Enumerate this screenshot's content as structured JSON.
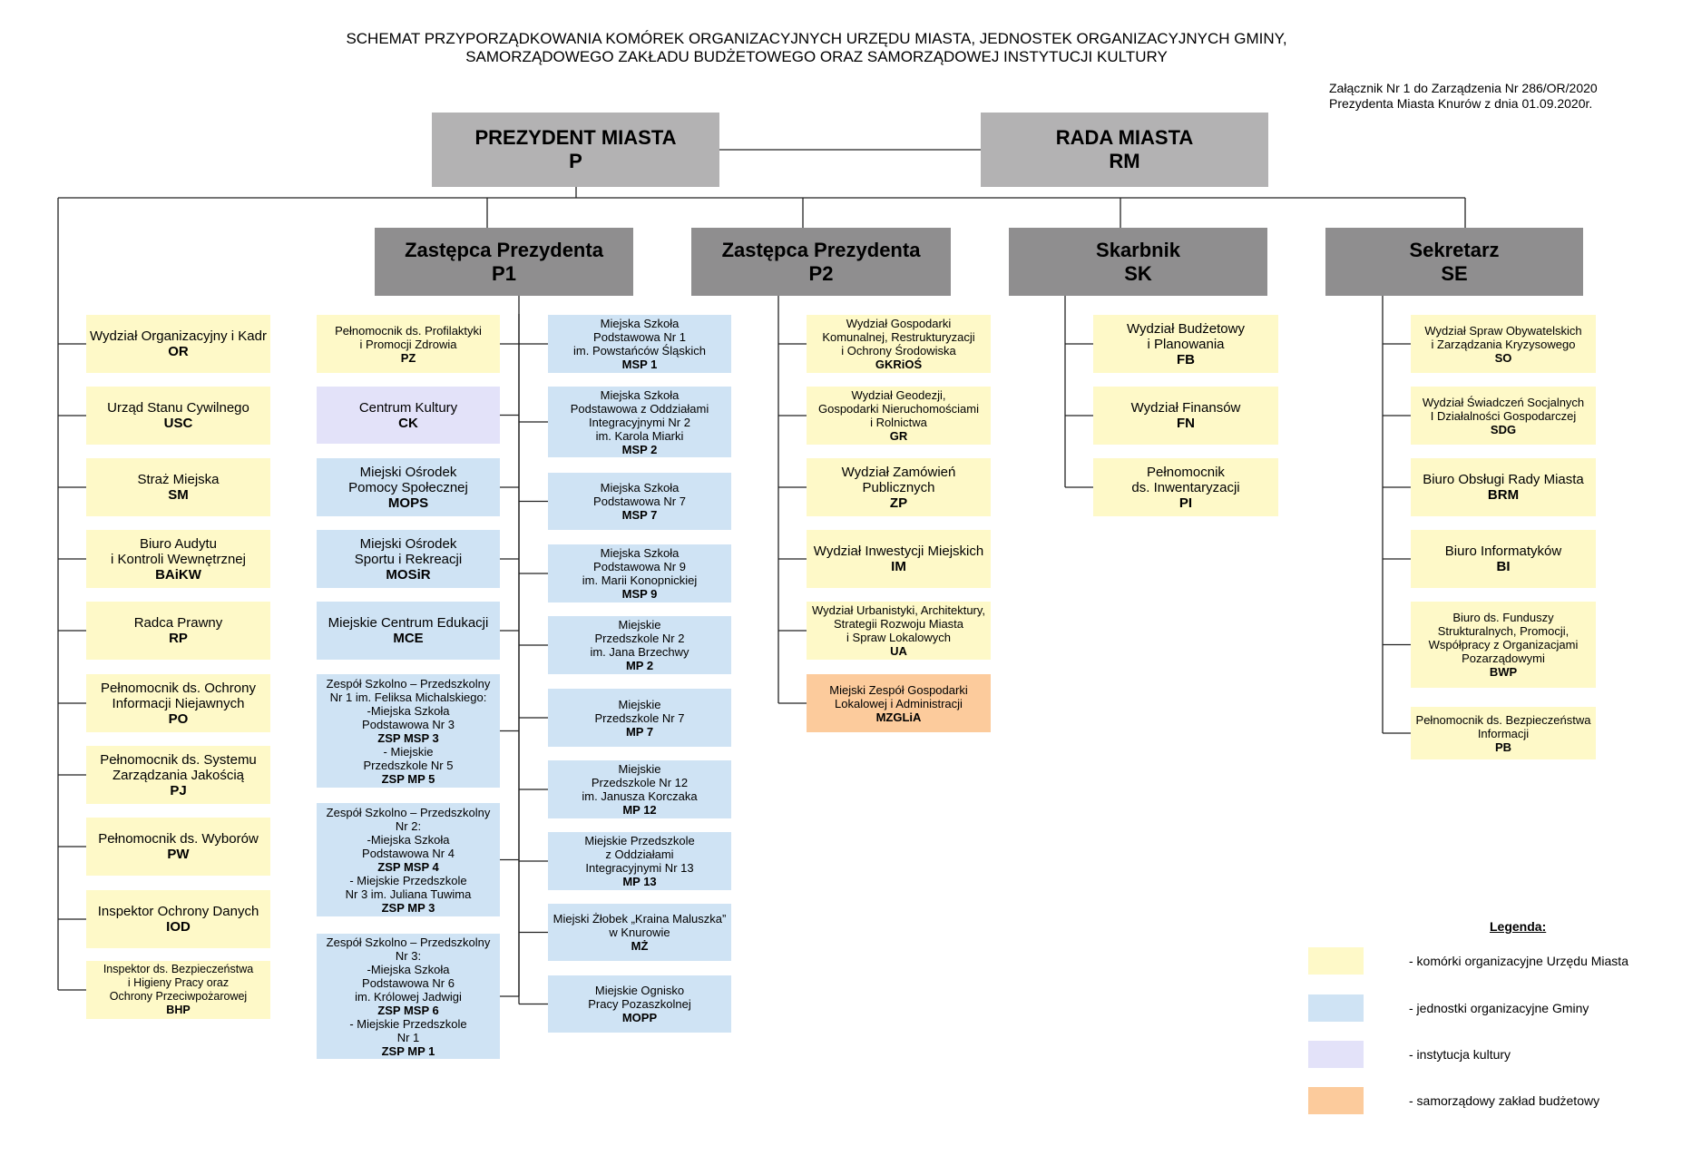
{
  "title": {
    "line1": "SCHEMAT PRZYPORZĄDKOWANIA KOMÓREK ORGANIZACYJNYCH URZĘDU MIASTA, JEDNOSTEK ORGANIZACYJNYCH GMINY,",
    "line2": "SAMORZĄDOWEGO ZAKŁADU BUDŻETOWEGO ORAZ SAMORZĄDOWEJ INSTYTUCJI KULTURY"
  },
  "attachment": {
    "line1": "Załącznik Nr 1 do Zarządzenia Nr 286/OR/2020",
    "line2": "Prezydenta Miasta Knurów z dnia 01.09.2020r."
  },
  "top": {
    "president": {
      "name": "PREZYDENT MIASTA",
      "abbr": "P"
    },
    "council": {
      "name": "RADA MIASTA",
      "abbr": "RM"
    }
  },
  "deputies": {
    "p1": {
      "name": "Zastępca Prezydenta",
      "abbr": "P1"
    },
    "p2": {
      "name": "Zastępca Prezydenta",
      "abbr": "P2"
    },
    "sk": {
      "name": "Skarbnik",
      "abbr": "SK"
    },
    "se": {
      "name": "Sekretarz",
      "abbr": "SE"
    }
  },
  "president_units": [
    {
      "lines": [
        "Wydział Organizacyjny i Kadr"
      ],
      "abbr": "OR"
    },
    {
      "lines": [
        "Urząd Stanu Cywilnego"
      ],
      "abbr": "USC"
    },
    {
      "lines": [
        "Straż Miejska"
      ],
      "abbr": "SM"
    },
    {
      "lines": [
        "Biuro Audytu",
        "i Kontroli Wewnętrznej"
      ],
      "abbr": "BAiKW"
    },
    {
      "lines": [
        "Radca Prawny"
      ],
      "abbr": "RP"
    },
    {
      "lines": [
        "Pełnomocnik ds. Ochrony",
        "Informacji Niejawnych"
      ],
      "abbr": "PO"
    },
    {
      "lines": [
        "Pełnomocnik ds. Systemu",
        "Zarządzania Jakością"
      ],
      "abbr": "PJ"
    },
    {
      "lines": [
        "Pełnomocnik ds. Wyborów"
      ],
      "abbr": "PW"
    },
    {
      "lines": [
        "Inspektor Ochrony Danych"
      ],
      "abbr": "IOD"
    },
    {
      "lines": [
        "Inspektor ds. Bezpieczeństwa",
        "i Higieny Pracy oraz",
        "Ochrony Przeciwpożarowej"
      ],
      "abbr": "BHP"
    }
  ],
  "p1_left": [
    {
      "lines": [
        "Pełnomocnik ds. Profilaktyki",
        "i Promocji Zdrowia"
      ],
      "abbr": "PZ"
    },
    {
      "lines": [
        "Centrum Kultury"
      ],
      "abbr": "CK"
    },
    {
      "lines": [
        "Miejski Ośrodek",
        "Pomocy Społecznej"
      ],
      "abbr": "MOPS"
    },
    {
      "lines": [
        "Miejski Ośrodek",
        "Sportu i Rekreacji"
      ],
      "abbr": "MOSiR"
    },
    {
      "lines": [
        "Miejskie Centrum Edukacji"
      ],
      "abbr": "MCE"
    },
    {
      "lines": [
        "Zespół Szkolno – Przedszkolny",
        "Nr 1 im. Feliksa Michalskiego:",
        "-Miejska Szkoła",
        "Podstawowa Nr 3",
        "ZSP MSP 3",
        "- Miejskie",
        "Przedszkole Nr 5",
        "ZSP MP 5"
      ]
    },
    {
      "lines": [
        "Zespół Szkolno – Przedszkolny",
        "Nr 2:",
        "-Miejska Szkoła",
        "Podstawowa Nr 4",
        "ZSP MSP 4",
        "- Miejskie Przedszkole",
        "Nr 3 im. Juliana Tuwima",
        "ZSP MP 3"
      ]
    },
    {
      "lines": [
        "Zespół Szkolno – Przedszkolny",
        "Nr 3:",
        "-Miejska Szkoła",
        "Podstawowa Nr 6",
        "im. Królowej Jadwigi",
        "ZSP MSP 6",
        "- Miejskie Przedszkole",
        "Nr 1",
        "ZSP MP 1"
      ]
    }
  ],
  "p1_right": [
    {
      "lines": [
        "Miejska Szkoła",
        "Podstawowa Nr 1",
        "im. Powstańców Śląskich"
      ],
      "abbr": "MSP 1"
    },
    {
      "lines": [
        "Miejska Szkoła",
        "Podstawowa z Oddziałami",
        "Integracyjnymi Nr 2",
        "im. Karola Miarki"
      ],
      "abbr": "MSP 2"
    },
    {
      "lines": [
        "Miejska Szkoła",
        "Podstawowa Nr 7"
      ],
      "abbr": "MSP 7"
    },
    {
      "lines": [
        "Miejska Szkoła",
        "Podstawowa Nr 9",
        "im. Marii Konopnickiej"
      ],
      "abbr": "MSP 9"
    },
    {
      "lines": [
        "Miejskie",
        "Przedszkole Nr 2",
        "im. Jana Brzechwy"
      ],
      "abbr": "MP 2"
    },
    {
      "lines": [
        "Miejskie",
        "Przedszkole Nr 7"
      ],
      "abbr": "MP 7"
    },
    {
      "lines": [
        "Miejskie",
        "Przedszkole Nr 12",
        "im. Janusza Korczaka"
      ],
      "abbr": "MP 12"
    },
    {
      "lines": [
        "Miejskie Przedszkole",
        "z Oddziałami",
        "Integracyjnymi Nr 13"
      ],
      "abbr": "MP 13"
    },
    {
      "lines": [
        "Miejski Żłobek „Kraina Maluszka”",
        "w Knurowie"
      ],
      "abbr": "MŻ"
    },
    {
      "lines": [
        "Miejskie Ognisko",
        "Pracy Pozaszkolnej"
      ],
      "abbr": "MOPP"
    }
  ],
  "p2_units": [
    {
      "lines": [
        "Wydział Gospodarki",
        "Komunalnej, Restrukturyzacji",
        "i Ochrony Środowiska"
      ],
      "abbr": "GKRiOŚ"
    },
    {
      "lines": [
        "Wydział Geodezji,",
        "Gospodarki Nieruchomościami",
        "i Rolnictwa"
      ],
      "abbr": "GR"
    },
    {
      "lines": [
        "Wydział Zamówień",
        "Publicznych"
      ],
      "abbr": "ZP"
    },
    {
      "lines": [
        "Wydział Inwestycji Miejskich"
      ],
      "abbr": "IM"
    },
    {
      "lines": [
        "Wydział Urbanistyki, Architektury,",
        "Strategii Rozwoju Miasta",
        "i Spraw Lokalowych"
      ],
      "abbr": "UA"
    },
    {
      "lines": [
        "Miejski Zespół Gospodarki",
        "Lokalowej i Administracji"
      ],
      "abbr": "MZGLiA"
    }
  ],
  "sk_units": [
    {
      "lines": [
        "Wydział Budżetowy",
        "i  Planowania"
      ],
      "abbr": "FB"
    },
    {
      "lines": [
        "Wydział Finansów"
      ],
      "abbr": "FN"
    },
    {
      "lines": [
        "Pełnomocnik",
        "ds. Inwentaryzacji"
      ],
      "abbr": "PI"
    }
  ],
  "se_units": [
    {
      "lines": [
        "Wydział Spraw Obywatelskich",
        "i Zarządzania Kryzysowego"
      ],
      "abbr": "SO"
    },
    {
      "lines": [
        "Wydział Świadczeń Socjalnych",
        "I Działalności Gospodarczej"
      ],
      "abbr": "SDG"
    },
    {
      "lines": [
        "Biuro Obsługi Rady Miasta"
      ],
      "abbr": "BRM"
    },
    {
      "lines": [
        "Biuro Informatyków"
      ],
      "abbr": "BI"
    },
    {
      "lines": [
        "Biuro ds. Funduszy",
        "Strukturalnych, Promocji,",
        "Współpracy z Organizacjami",
        "Pozarządowymi"
      ],
      "abbr": "BWP"
    },
    {
      "lines": [
        "Pełnomocnik ds. Bezpieczeństwa",
        "Informacji"
      ],
      "abbr": "PB"
    }
  ],
  "legend": {
    "title": "Legenda:",
    "items": [
      {
        "color": "#fef9c8",
        "text": "- komórki organizacyjne Urzędu Miasta"
      },
      {
        "color": "#cfe3f4",
        "text": "- jednostki organizacyjne Gminy"
      },
      {
        "color": "#e3e2f9",
        "text": "- instytucja kultury"
      },
      {
        "color": "#fccb9c",
        "text": "- samorządowy zakład budżetowy"
      }
    ]
  },
  "colors": {
    "unit": "#fef9c8",
    "gmina": "#cfe3f4",
    "culture": "#e3e2f9",
    "budget": "#fccb9c",
    "top": "#b3b2b3",
    "deputy": "#8f8e8f"
  }
}
